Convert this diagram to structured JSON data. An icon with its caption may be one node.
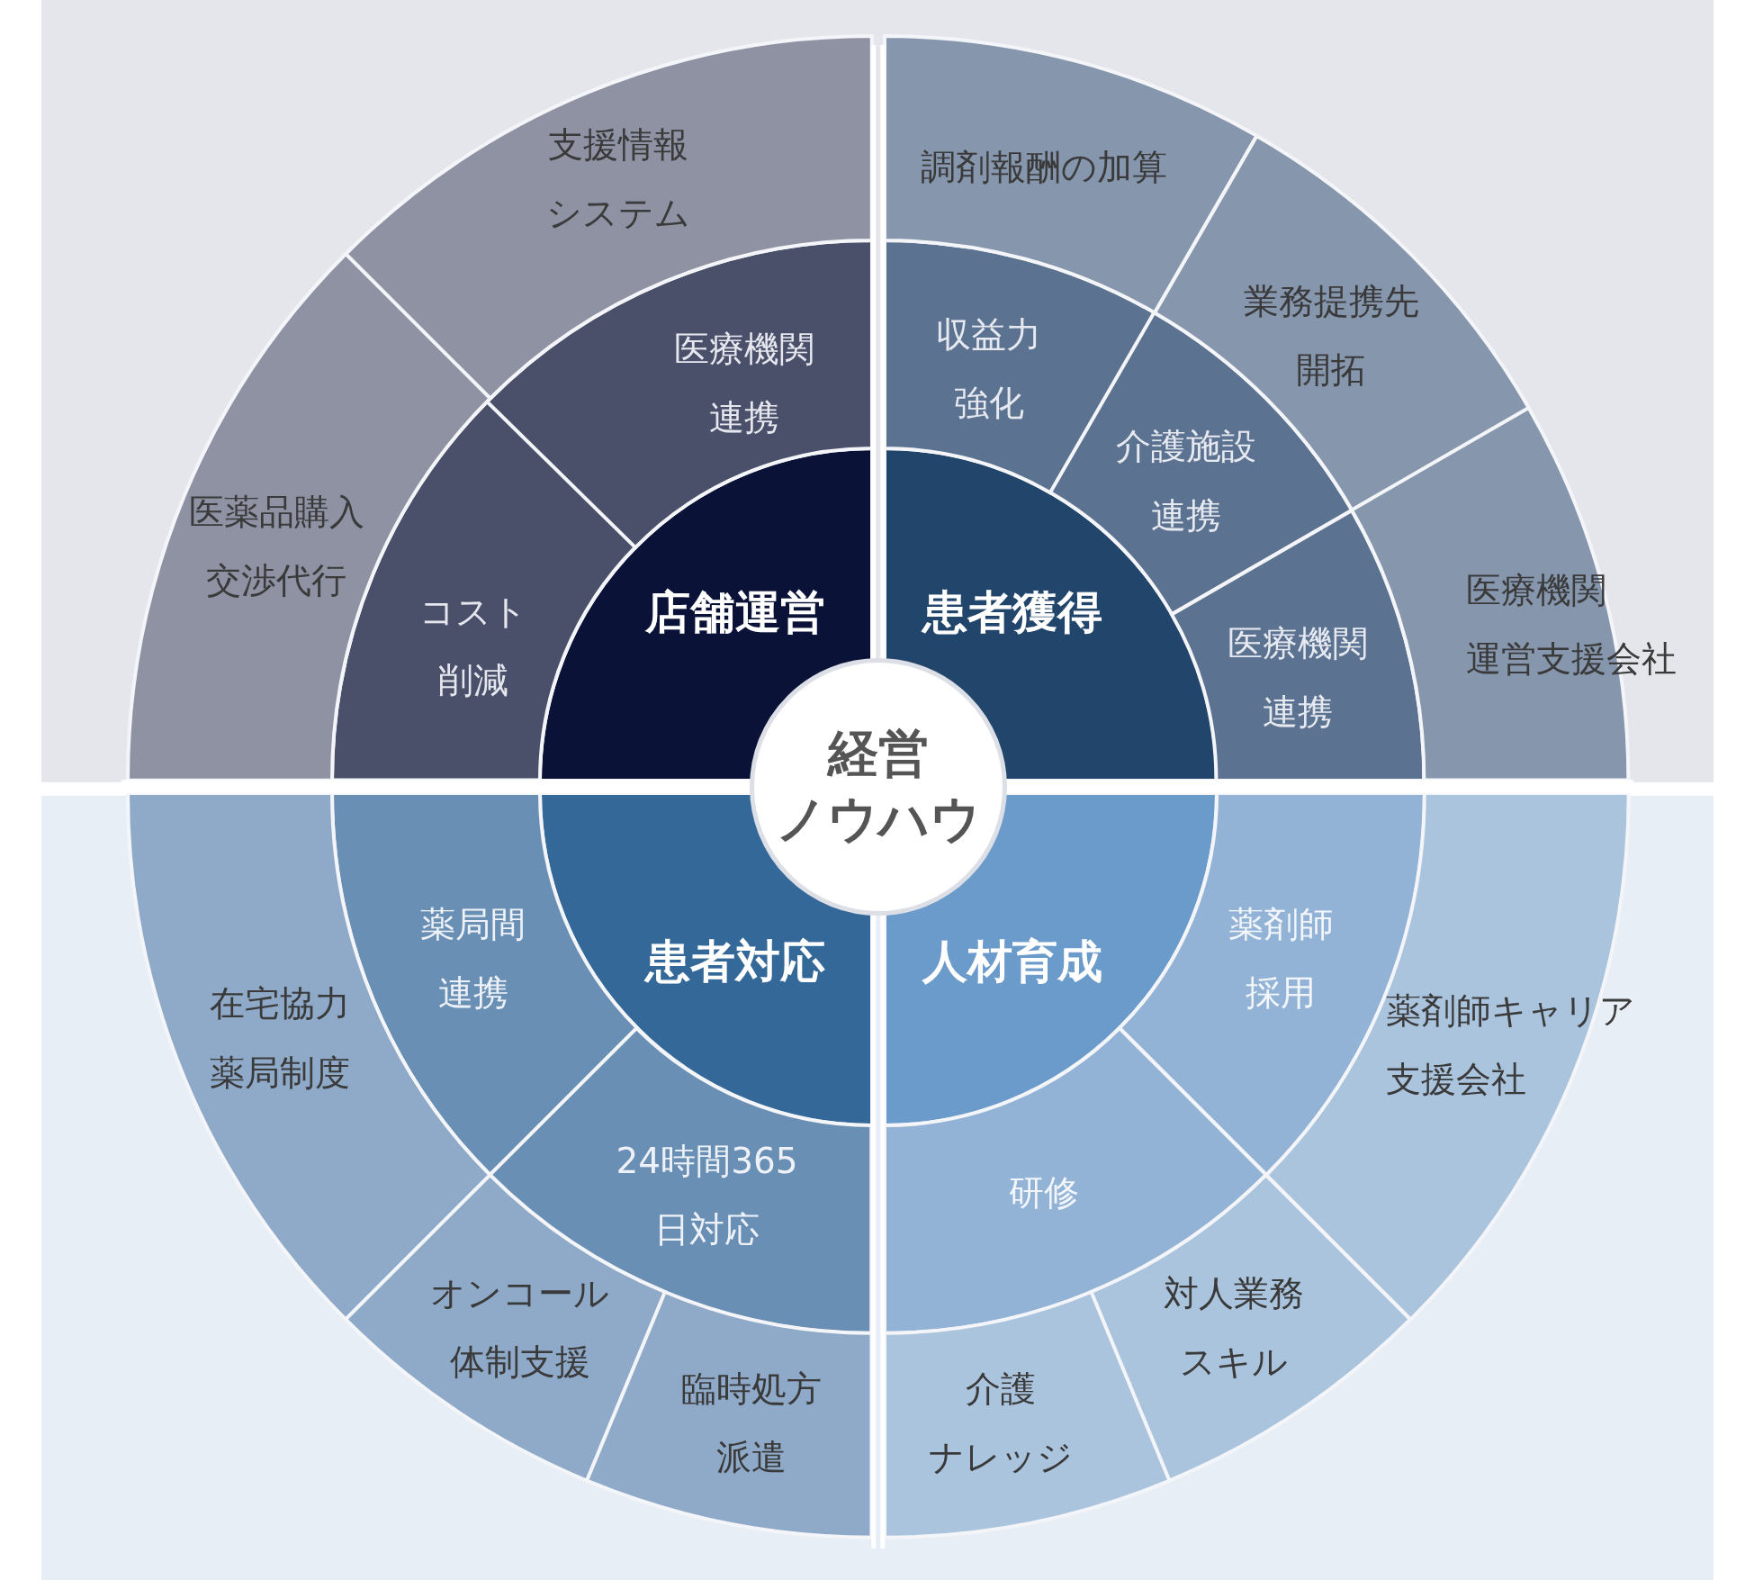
{
  "diagram": {
    "nodes": [
      {
        "text": [
          "経営ノウハウ"
        ]
      },
      {
        "text": [
          "店舗運営"
        ]
      },
      {
        "text": [
          "患者獲得"
        ]
      },
      {
        "text": [
          "患者対応"
        ]
      },
      {
        "text": [
          "人材育成"
        ]
      },
      {
        "text": [
          "医療機関連携"
        ]
      },
      {
        "text": [
          "コスト削減"
        ]
      },
      {
        "text": [
          "収益力強化"
        ]
      },
      {
        "text": [
          "介護施設連携"
        ]
      },
      {
        "text": [
          "医療機関連携"
        ]
      },
      {
        "text": [
          "薬局間連携"
        ]
      },
      {
        "text": [
          "24時間365日対応"
        ]
      },
      {
        "text": [
          "薬剤師採用"
        ]
      },
      {
        "text": [
          "研修"
        ]
      },
      {
        "text": [
          "支援情報システム"
        ]
      },
      {
        "text": [
          "医薬品購入交渉代行"
        ]
      },
      {
        "text": [
          "調剤報酬の加算"
        ]
      },
      {
        "text": [
          "業務提携先開拓"
        ]
      },
      {
        "text": [
          "医療機関運営支援会社"
        ]
      },
      {
        "text": [
          "在宅協力薬局制度"
        ]
      },
      {
        "text": [
          "オンコール体制支援"
        ]
      },
      {
        "text": [
          "臨時処方派遣"
        ]
      },
      {
        "text": [
          "薬剤師キャリア支援会社"
        ]
      },
      {
        "text": [
          "対人業務スキル"
        ]
      },
      {
        "text": [
          "介護ナレッジ"
        ]
      }
    ]
  }
}
